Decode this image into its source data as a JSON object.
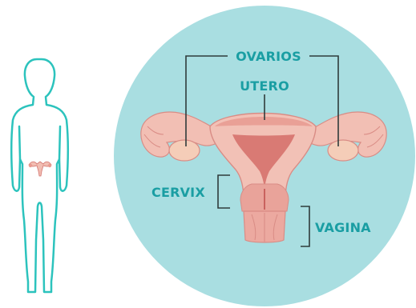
{
  "labels": {
    "ovarios": "OVARIOS",
    "utero": "UTERO",
    "cervix": "CERVIX",
    "vagina": "VAGINA"
  },
  "colors": {
    "circle": "#a9dee1",
    "body_outline": "#2cc3bd",
    "label": "#1a9ea3",
    "leader": "#2f3b3b",
    "tissue_light": "#f4c3b8",
    "tissue_mid": "#e99a90",
    "tissue_dark": "#d4746f"
  }
}
